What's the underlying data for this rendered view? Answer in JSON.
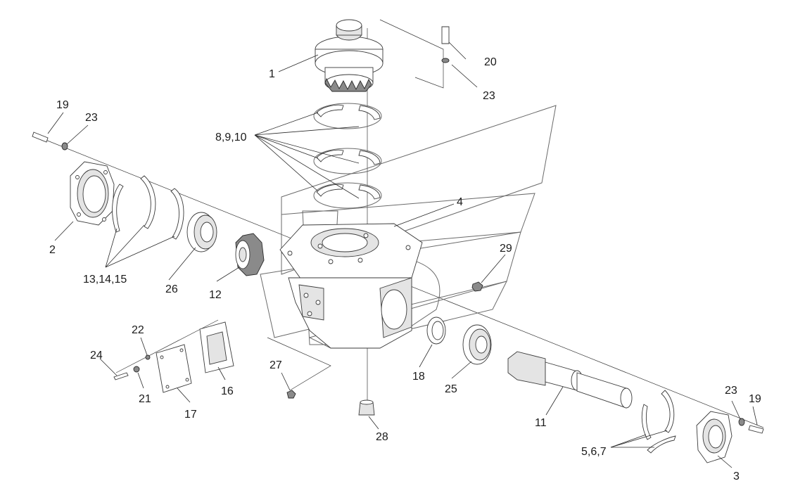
{
  "callouts": {
    "c1": "1",
    "c2": "2",
    "c3": "3",
    "c4": "4",
    "c5_6_7": "5,6,7",
    "c8_9_10": "8,9,10",
    "c11": "11",
    "c12": "12",
    "c13_14_15": "13,14,15",
    "c16": "16",
    "c17": "17",
    "c18": "18",
    "c19_left": "19",
    "c19_right": "19",
    "c20": "20",
    "c21": "21",
    "c22": "22",
    "c23_top": "23",
    "c23_left": "23",
    "c23_right": "23",
    "c24": "24",
    "c25": "25",
    "c26": "26",
    "c27": "27",
    "c28": "28",
    "c29": "29"
  },
  "colors": {
    "line": "#2a2a2a",
    "shade": "#e4e4e4",
    "dark": "#8a8a8a"
  }
}
